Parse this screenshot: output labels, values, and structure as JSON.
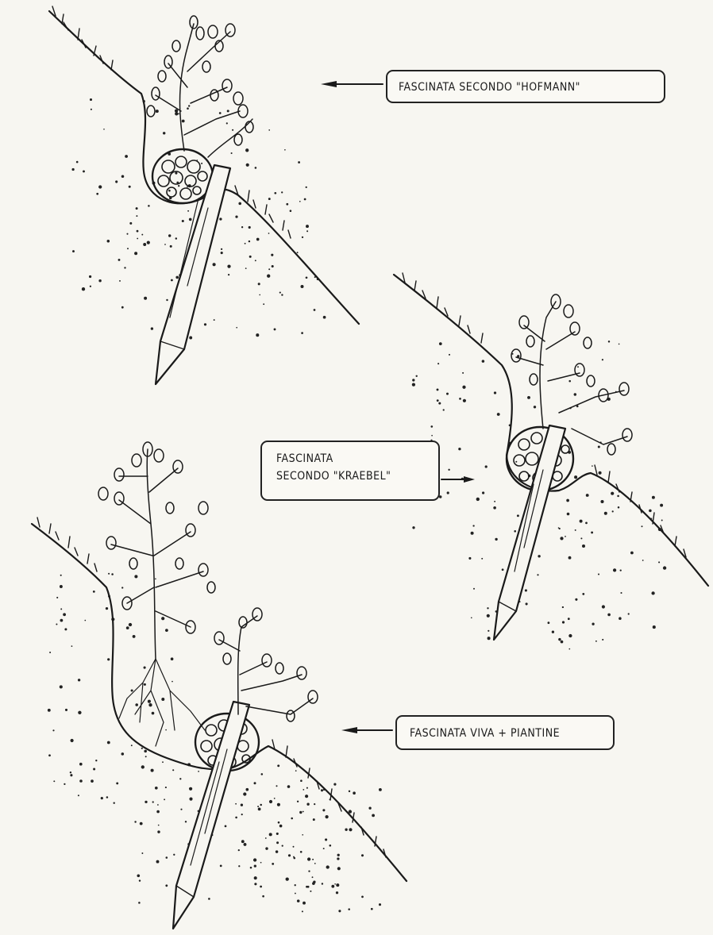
{
  "labels": {
    "hofmann": "FASCINATA SECONDO \"HOFMANN\"",
    "kraebel_line1": "FASCINATA",
    "kraebel_line2": "SECONDO \"KRAEBEL\"",
    "viva": "FASCINATA VIVA + PIANTINE"
  },
  "colors": {
    "ink": "#1a1a1a",
    "paper": "#f7f6f1"
  }
}
